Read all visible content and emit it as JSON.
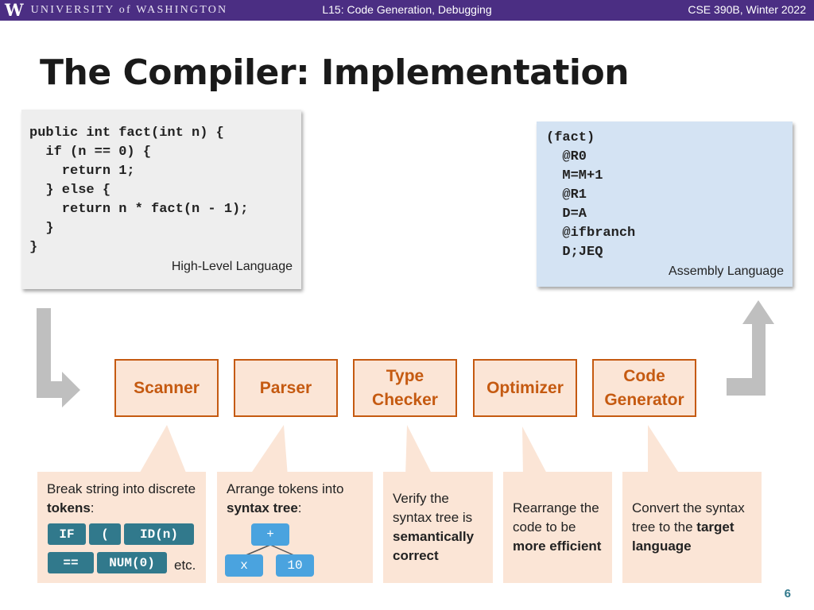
{
  "header": {
    "uw_logo": "W",
    "uw_wordmark": "UNIVERSITY of WASHINGTON",
    "lecture": "L15: Code Generation, Debugging",
    "course": "CSE 390B, Winter 2022"
  },
  "title": "The Compiler: Implementation",
  "high_level": {
    "code": "public int fact(int n) {\n  if (n == 0) {\n    return 1;\n  } else {\n    return n * fact(n - 1);\n  }\n}",
    "label": "High-Level Language"
  },
  "assembly": {
    "code": "(fact)\n  @R0\n  M=M+1\n  @R1\n  D=A\n  @ifbranch\n  D;JEQ",
    "label": "Assembly Language"
  },
  "stages": [
    {
      "label": "Scanner"
    },
    {
      "label": "Parser"
    },
    {
      "label": "Type\nChecker"
    },
    {
      "label": "Optimizer"
    },
    {
      "label": "Code\nGenerator"
    }
  ],
  "callouts": {
    "scanner": {
      "text_1": "Break string into discrete ",
      "bold": "tokens",
      "text_2": ":",
      "tokens": [
        "IF",
        "(",
        "ID(n)",
        "==",
        "NUM(0)"
      ],
      "etc": "etc."
    },
    "parser": {
      "text_1": "Arrange tokens into ",
      "bold": "syntax tree",
      "text_2": ":",
      "tree": {
        "root": "+",
        "left": "x",
        "right": "10"
      }
    },
    "type_checker": {
      "text_1": "Verify the syntax tree is ",
      "bold": "semantically correct"
    },
    "optimizer": {
      "text_1": "Rearrange the code to be ",
      "bold": "more efficient"
    },
    "code_generator": {
      "text_1": "Convert the syntax tree to the ",
      "bold": "target language"
    }
  },
  "page_number": "6",
  "colors": {
    "header_purple": "#4b2e83",
    "stage_fill": "#fbe5d6",
    "stage_border": "#c55a11",
    "token_teal": "#31798c",
    "tree_blue": "#4aa3df",
    "arrow_gray": "#bfbfbf"
  }
}
